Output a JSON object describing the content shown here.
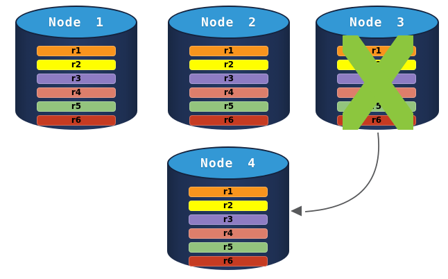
{
  "diagram": {
    "description": "Replicated database cluster: Node 3 fails and its replicas are recovered on Node 4",
    "nodes": [
      {
        "id": "node-1",
        "label": "Node 1",
        "failed": false,
        "replicas": [
          "r1",
          "r2",
          "r3",
          "r4",
          "r5",
          "r6"
        ]
      },
      {
        "id": "node-2",
        "label": "Node 2",
        "failed": false,
        "replicas": [
          "r1",
          "r2",
          "r3",
          "r4",
          "r5",
          "r6"
        ]
      },
      {
        "id": "node-3",
        "label": "Node 3",
        "failed": true,
        "replicas": [
          "r1",
          "r2",
          "r3",
          "r4",
          "r5",
          "r6"
        ]
      },
      {
        "id": "node-4",
        "label": "Node 4",
        "failed": false,
        "replicas": [
          "r1",
          "r2",
          "r3",
          "r4",
          "r5",
          "r6"
        ]
      }
    ],
    "replica_colors": {
      "r1": "#F8941D",
      "r2": "#FFFF00",
      "r3": "#8E7CC3",
      "r4": "#DD7E6B",
      "r5": "#93C47D",
      "r6": "#C63B22"
    },
    "colors": {
      "cylinder_body": "#1E2F52",
      "cylinder_top": "#3398D5",
      "cylinder_outline": "#14223D",
      "failure_x": "#8CC63E",
      "arrow": "#58595B",
      "node_label_text": "#FFFFFF",
      "replica_label_text": "#000000"
    },
    "failure": {
      "icon": "x-mark",
      "node": "Node 3"
    },
    "arrow": {
      "from": "Node 3",
      "to": "Node 4",
      "style": "curved"
    }
  }
}
